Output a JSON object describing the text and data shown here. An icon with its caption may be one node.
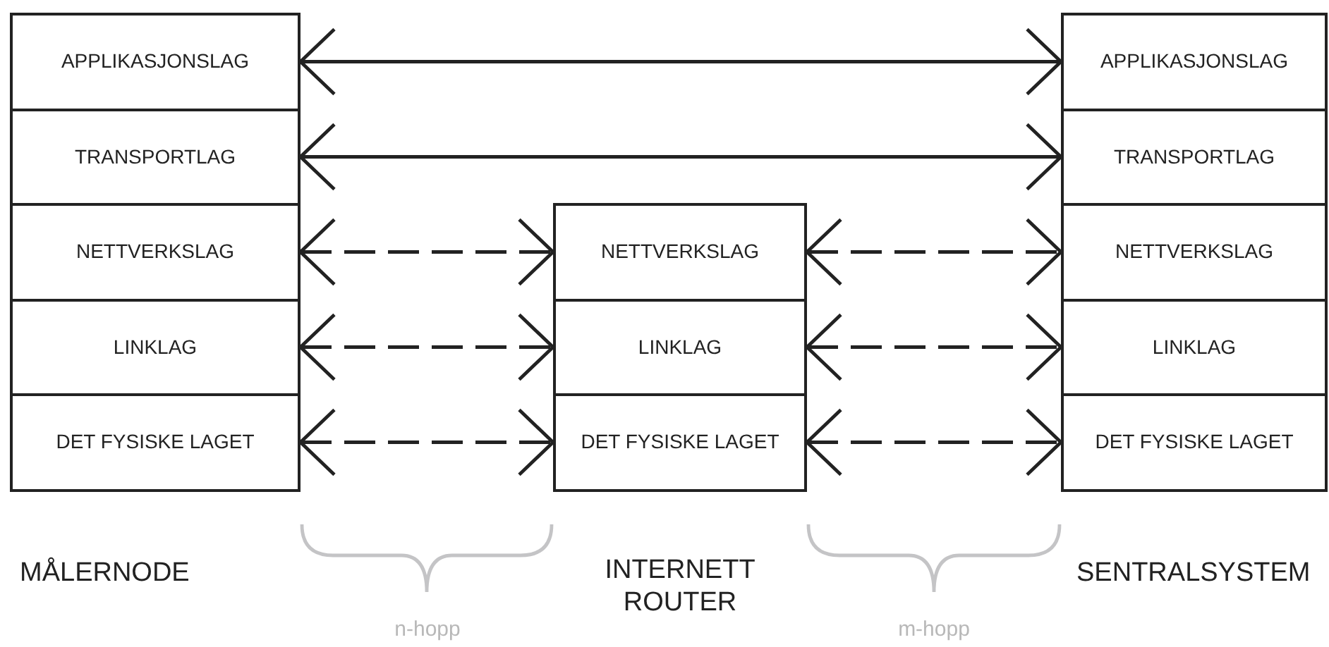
{
  "diagram": {
    "nodes": [
      {
        "text": [
          "APPLIKASJONSLAG"
        ]
      },
      {
        "text": [
          "TRANSPORTLAG"
        ]
      },
      {
        "text": [
          "NETTVERKSLAG"
        ]
      },
      {
        "text": [
          "LINKLAG"
        ]
      },
      {
        "text": [
          "DET FYSISKE LAGET"
        ]
      },
      {
        "text": [
          "NETTVERKSLAG"
        ]
      },
      {
        "text": [
          "LINKLAG"
        ]
      },
      {
        "text": [
          "DET FYSISKE LAGET"
        ]
      },
      {
        "text": [
          "APPLIKASJONSLAG"
        ]
      },
      {
        "text": [
          "TRANSPORTLAG"
        ]
      },
      {
        "text": [
          "NETTVERKSLAG"
        ]
      },
      {
        "text": [
          "LINKLAG"
        ]
      },
      {
        "text": [
          "DET FYSISKE LAGET"
        ]
      }
    ],
    "edges": [
      {
        "from": 0,
        "to": 8,
        "arrow": "both"
      },
      {
        "from": 1,
        "to": 9,
        "arrow": "both"
      },
      {
        "from": 2,
        "to": 5,
        "arrow": "both",
        "style": "dashed"
      },
      {
        "from": 3,
        "to": 6,
        "arrow": "both",
        "style": "dashed"
      },
      {
        "from": 4,
        "to": 7,
        "arrow": "both",
        "style": "dashed"
      },
      {
        "from": 5,
        "to": 10,
        "arrow": "both",
        "style": "dashed"
      },
      {
        "from": 6,
        "to": 11,
        "arrow": "both",
        "style": "dashed"
      },
      {
        "from": 7,
        "to": 12,
        "arrow": "both",
        "style": "dashed"
      }
    ],
    "labels": [
      "MÅLERNODE",
      "n-hopp",
      "INTERNETT ROUTER",
      "m-hopp",
      "SENTRALSYSTEM"
    ]
  }
}
